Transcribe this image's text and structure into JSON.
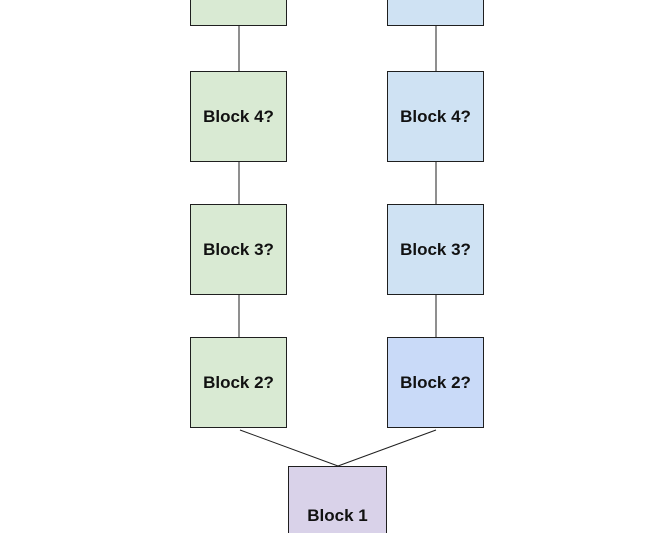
{
  "diagram": {
    "left_column": {
      "top_label": "",
      "block4_label": "Block 4?",
      "block3_label": "Block 3?",
      "block2_label": "Block 2?"
    },
    "right_column": {
      "top_label": "",
      "block4_label": "Block 4?",
      "block3_label": "Block 3?",
      "block2_label": "Block 2?"
    },
    "root": {
      "label": "Block 1"
    },
    "colors": {
      "left_fill": "#d9ead3",
      "right_fill": "#cfe2f3",
      "right_block2_fill": "#c9daf8",
      "root_fill": "#d9d2e9",
      "line": "#1f1f1f"
    }
  }
}
